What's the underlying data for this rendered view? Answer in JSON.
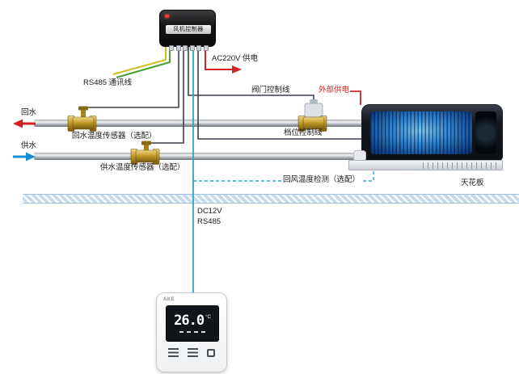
{
  "controller": {
    "label": "风机控制器"
  },
  "labels": {
    "ac220v": "AC220V 供电",
    "rs485_comm": "RS485 通讯线",
    "return_water": "回水",
    "supply_water": "供水",
    "return_sensor": "回水温度传感器（选配）",
    "supply_sensor": "供水温度传感器（选配）",
    "valve_control": "阀门控制线",
    "external_power": "外部供电",
    "speed_control": "档位控制线",
    "return_air": "回风温度检测（选配）",
    "ceiling": "天花板",
    "dc12v": "DC12V",
    "rs485": "RS485"
  },
  "thermostat": {
    "brand": "AKE",
    "temperature": "26.0",
    "unit": "°C"
  },
  "icons": {
    "led": "power-led-icon",
    "button_left": "menu-lines-icon",
    "button_middle": "mode-lines-icon",
    "button_right": "power-square-icon"
  },
  "colors": {
    "wire_dark": "#3a3f4a",
    "wire_cyan": "#29a7c9",
    "wire_red": "#cc2626",
    "wire_yellow": "#cdbf1e",
    "wire_green": "#4a9e2e",
    "arrow_return": "#d42020",
    "arrow_supply": "#1b8fd6",
    "brass": "#c29b2c",
    "ceiling_fill": "#c9dcee",
    "coil_blue": "#1e78cc"
  }
}
